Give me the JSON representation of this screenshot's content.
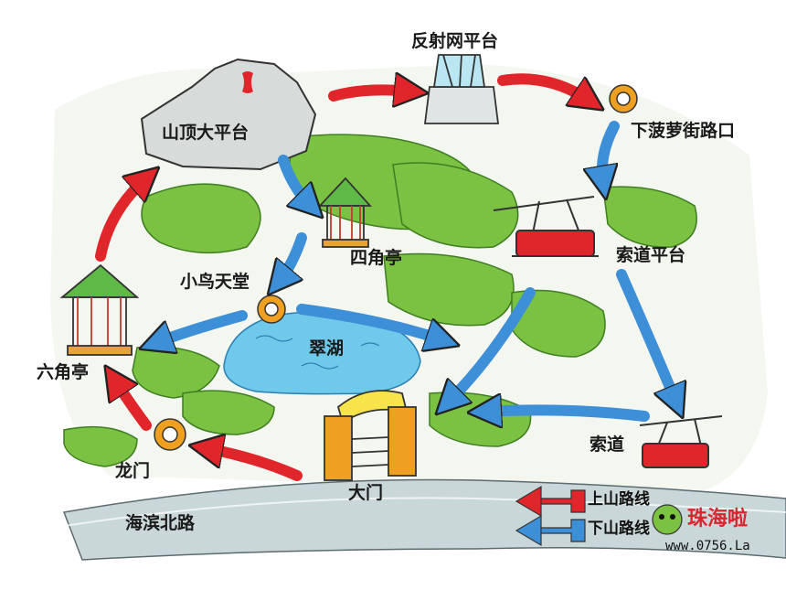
{
  "labels": {
    "summit_platform": "山顶大平台",
    "reflector_platform": "反射网平台",
    "pineapple_street": "下菠萝街路口",
    "four_corner_pavilion": "四角亭",
    "cableway_platform": "索道平台",
    "bird_paradise": "小鸟天堂",
    "emerald_lake": "翠湖",
    "six_corner_pavilion": "六角亭",
    "dragon_gate": "龙门",
    "main_gate": "大门",
    "cableway": "索道",
    "road": "海滨北路"
  },
  "legend": {
    "up_route": "上山路线",
    "down_route": "下山路线"
  },
  "watermark": {
    "brand": "珠海啦",
    "url": "www.0756.La"
  },
  "colors": {
    "up_arrow": "#e0252b",
    "down_arrow": "#3d8fd8",
    "greenery": "#7cc242",
    "lake": "#6ec9ea",
    "ring": "#f0a020"
  }
}
